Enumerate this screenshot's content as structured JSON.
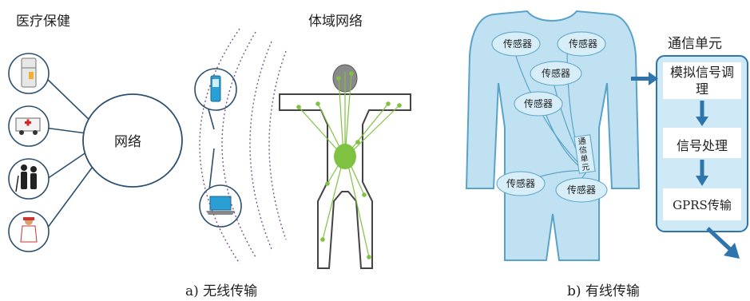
{
  "panel_a": {
    "title_left": "医疗保健",
    "title_right": "体域网络",
    "network_label": "网络",
    "caption": "a) 无线传输",
    "left_icons": [
      "refrigerator-icon",
      "ambulance-icon",
      "elderly-people-icon",
      "nurse-icon"
    ],
    "right_icons": [
      "mobile-phone-icon",
      "laptop-icon"
    ]
  },
  "panel_b": {
    "sensor_labels": [
      "传感器",
      "传感器",
      "传感器",
      "传感器",
      "传感器",
      "传感器"
    ],
    "comm_tag": "通信单元",
    "comm_unit_title": "通信单元",
    "blocks": [
      "模拟信号调理",
      "信号处理",
      "GPRS传输"
    ],
    "caption": "b) 有线传输"
  },
  "colors": {
    "body_fill": "#bfe1f1",
    "body_stroke": "#5aa3c8",
    "unit_fill": "#cfe9f6",
    "arrow": "#2e75ad",
    "node_green": "#7fc141",
    "head_gray": "#8a8a8a"
  }
}
